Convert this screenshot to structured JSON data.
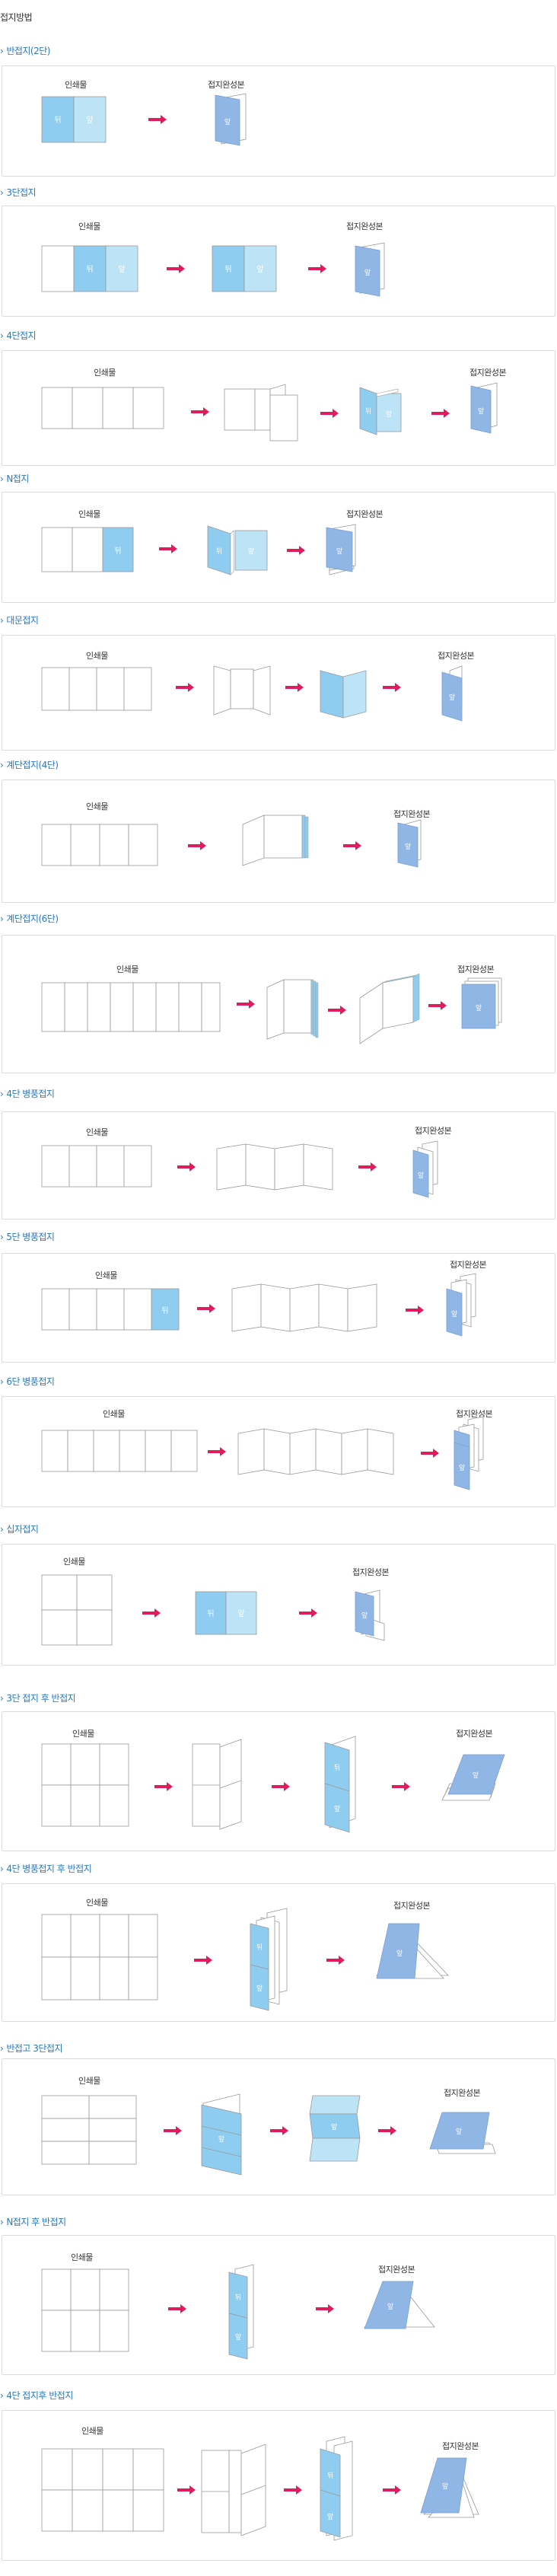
{
  "page": {
    "title": "접지방법"
  },
  "labels": {
    "print": "인쇄물",
    "finished": "접지완성본",
    "back": "뒤",
    "front": "앞"
  },
  "colors": {
    "title": "#2a78c0",
    "arrow": "#e21b5a",
    "fill_dark": "#8fcdf0",
    "fill_light": "#bde3f7",
    "finished_fill": "#a9c8ea",
    "line": "#999999"
  },
  "sections": [
    {
      "title": "반접지(2단)"
    },
    {
      "title": "3단접지"
    },
    {
      "title": "4단접지"
    },
    {
      "title": "N접지"
    },
    {
      "title": "대문접지"
    },
    {
      "title": "계단접지(4단)"
    },
    {
      "title": "계단접지(6단)"
    },
    {
      "title": "4단 병풍접지"
    },
    {
      "title": "5단 병풍접지"
    },
    {
      "title": "6단 병풍접지"
    },
    {
      "title": "십자접지"
    },
    {
      "title": "3단 접지 후 반접지"
    },
    {
      "title": "4단 병풍접지 후 반접지"
    },
    {
      "title": "반접고 3단접지"
    },
    {
      "title": "N접지 후 반접지"
    },
    {
      "title": "4단 접지후 반접지"
    }
  ]
}
